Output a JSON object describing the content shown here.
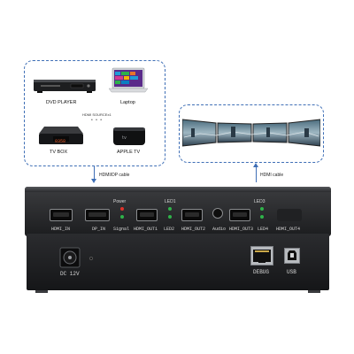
{
  "sources": {
    "dvd_player": "DVD PLAYER",
    "laptop": "Laptop",
    "middle_label": "HDMI SOURCEx1",
    "tv_box": "TV BOX",
    "apple_tv": "APPLE TV",
    "tvbox_display": "0358"
  },
  "connections": {
    "input_cable": "HDMI/DP cable",
    "output_cable": "HDMI cable"
  },
  "front_panel": {
    "power": "Power",
    "signal": "Signal",
    "led1": "LED1",
    "led2": "LED2",
    "led3": "LED3",
    "led4": "LED4",
    "hdmi_in": "HDMI_IN",
    "dp_in": "DP_IN",
    "hdmi_out1": "HDMI_OUT1",
    "hdmi_out2": "HDMI_OUT2",
    "audio": "Audio",
    "hdmi_out3": "HDMI_OUT3",
    "hdmi_out4": "HDMI_OUT4"
  },
  "back_panel": {
    "dc": "DC 12V",
    "debug": "DEBUG",
    "usb": "USB"
  },
  "colors": {
    "accent_line": "#3f6fb6",
    "led_red": "#e0332b",
    "led_green": "#2fb34a",
    "device_body": "#2a2b2e"
  }
}
